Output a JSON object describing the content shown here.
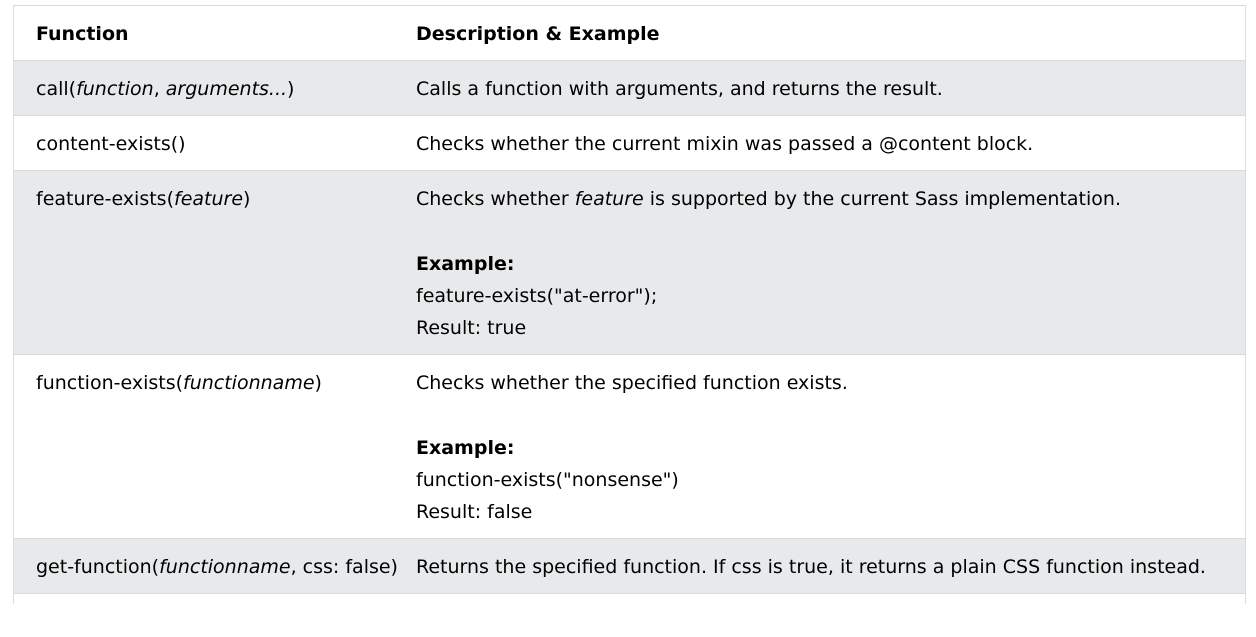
{
  "table": {
    "headers": {
      "function": "Function",
      "description": "Description & Example"
    },
    "rows": [
      {
        "fn_name": "call(",
        "fn_args": "function",
        "fn_sep": ", ",
        "fn_args2": "arguments...",
        "fn_close": ")",
        "description": "Calls a function with arguments, and returns the result."
      },
      {
        "fn_name": "content-exists()",
        "description": "Checks whether the current mixin was passed a @content block."
      },
      {
        "fn_name": "feature-exists(",
        "fn_args": "feature",
        "fn_close": ")",
        "desc_pre": "Checks whether ",
        "desc_em": "feature",
        "desc_post": " is supported by the current Sass implementation.",
        "example_title": "Example:",
        "example_code": "feature-exists(\"at-error\");",
        "example_result": "Result: true"
      },
      {
        "fn_name": "function-exists(",
        "fn_args": "functionname",
        "fn_close": ")",
        "description": "Checks whether the specified function exists.",
        "example_title": "Example:",
        "example_code": "function-exists(\"nonsense\")",
        "example_result": "Result: false"
      },
      {
        "fn_name": "get-function(",
        "fn_args": "functionname",
        "fn_rest": ", css: false)",
        "description": "Returns the specified function. If css is true, it returns a plain CSS function instead."
      }
    ]
  },
  "colors": {
    "shaded_row": "#e7e9eb",
    "border": "#d9d9d9"
  }
}
